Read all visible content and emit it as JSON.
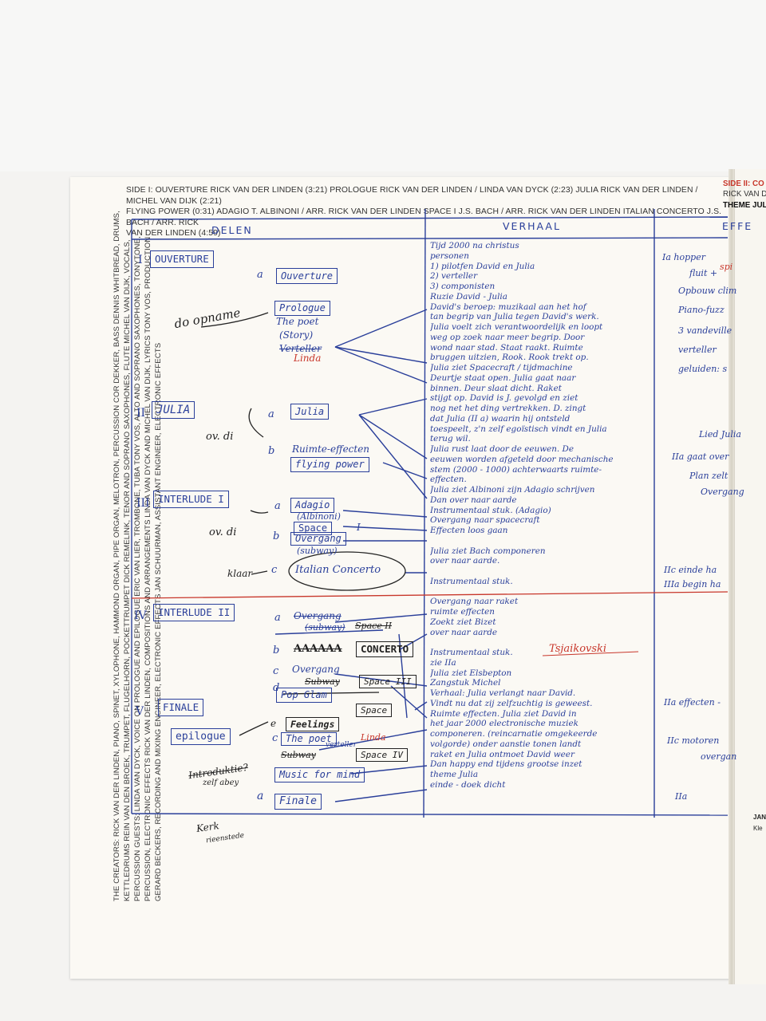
{
  "credits": {
    "line1": "THE CREATORS: RICK VAN DER LINDEN, PIANO, SPINET, XYLOPHONE, HAMMOND ORGAN, PIPE ORGAN, MELOTRON, PERCUSSION COR DEKKER, BASS DENNIS WHITBREAD, DRUMS,",
    "line2": "KETTLEDRUMS REIN VAN DEN BROEK, TRUMPET, FLUGELHORN, POCKETTRUMPET DICK REMELINK, TENOR AND SOPRANO SAXOPHONES, FLUTE MICHEL VAN DIJK, VOCALS,",
    "line3": "PERCUSSION GUESTS: LINDA VAN DYCK, VOICE ON PROLOGUE AND EPILOGUE ERIC VAN LIER, TROMBONE, TUBA TONY VOS, ALTO AND SOPRANO SAXOPHONES, TONYTONE,",
    "line4": "PERCUSSION, ELECTRONIC EFFECTS RICK VAN DER LINDEN, COMPOSITIONS AND ARRANGEMENTS LINDA VAN DYCK AND MICHEL VAN DIJK, LYRICS TONY VOS, PRODUCTION",
    "line5": "GERARD BECKERS, RECORDING AND MIXING ENGINEER, ELECTRONIC EFFECTS JAN SCHUURMAN, ASSISTANT ENGINEER, ELECTRONIC EFFECTS"
  },
  "side_header": {
    "line1": "SIDE I: OUVERTURE RICK VAN DER LINDEN (3:21) PROLOGUE RICK VAN DER LINDEN / LINDA VAN DYCK (2:23) JULIA RICK VAN DER LINDEN / MICHEL VAN DIJK (2:21)",
    "line2": "FLYING POWER (0:31) ADAGIO T. ALBINONI / ARR. RICK VAN DER LINDEN SPACE I J.S. BACH / ARR. RICK VAN DER LINDEN ITALIAN CONCERTO J.S. BACH / ARR. RICK",
    "line3": "VAN DER LINDEN (4:59)"
  },
  "right_header": {
    "l1": "SIDE II: CO",
    "l2": "RICK VAN D",
    "l3": "THEME JUL"
  },
  "columns": {
    "delen": "DELEN",
    "verhaal": "VERHAAL",
    "effecten": "EFFE"
  },
  "sections": {
    "s1": {
      "numeral": "I",
      "box": "OUVERTURE"
    },
    "s2": {
      "numeral": "II",
      "box": "JULIA"
    },
    "s3": {
      "numeral": "III",
      "box": "INTERLUDE I"
    },
    "s4": {
      "numeral": "IV",
      "box": "INTERLUDE II"
    },
    "s5": {
      "numeral": "V",
      "box": "FINALE"
    }
  },
  "items": {
    "a_ouverture": "Ouverture",
    "prologue": "Prologue",
    "the_poet": "The poet",
    "story": "(Story)",
    "verteller": "Verteller",
    "linda": "Linda",
    "julia": "Julia",
    "ruimte": "Ruimte-effecten",
    "flying": "flying power",
    "adagio": "Adagio",
    "albinoni": "(Albinoni)",
    "space": "Space",
    "space_num": "I",
    "overgang": "Overgang",
    "subway": "(subway)",
    "italian": "Italian Concerto",
    "overgang2": "Overgang",
    "subway2": "(subway)",
    "space2": "Space II",
    "concerto_strike": "AAAAAA",
    "concerto": "CONCERTO",
    "overgang3": "Overgang",
    "subway3": "Subway",
    "space3": "Space III",
    "popglam": "Pop Glam",
    "space4": "Space",
    "feelings": "Feelings",
    "thepoet2": "The poet",
    "verteller2": "verteller",
    "linda2": "Linda",
    "subway4": "Subway",
    "space5": "Space IV",
    "music": "Music for mind",
    "finale": "Finale",
    "epilogue": "epilogue"
  },
  "letters": {
    "a1": "a",
    "a2": "a",
    "b2": "b",
    "a3": "a",
    "b3": "b",
    "c3": "c",
    "a4": "a",
    "b4": "b",
    "c4": "c",
    "d4": "d",
    "e5": "e",
    "c5": "c",
    "a5": "a"
  },
  "margin_notes": {
    "do_opname": "do opname",
    "ov_di": "ov. di",
    "ov_di2": "ov. di",
    "klaar": "klaar",
    "introduktie": "Introduktie?",
    "zelf_abey": "zelf abey",
    "kerk": "Kerk",
    "kerk2": "rieenstede"
  },
  "story_lines": [
    "Tijd 2000 na christus",
    "personen",
    "1) pilotfen David en Julia",
    "2) verteller",
    "3) componisten",
    "Ruzie David - Julia",
    "David's beroep: muzikaal aan het hof",
    "tan begrip van Julia tegen David's werk.",
    "Julia voelt zich verantwoordelijk en loopt",
    "weg op zoek naar meer begrip. Door",
    "wond naar stad. Staat raakt. Ruimte",
    "bruggen uitzien, Rook. Rook trekt op.",
    "Julia ziet Spacecraft / tijdmachine",
    "Deurtje staat open. Julia gaat naar",
    "binnen. Deur slaat dicht. Raket",
    "stijgt op. David is J. gevolgd en ziet",
    "nog net het ding vertrekken. D. zingt",
    "dat Julia (II a) waarin hij ontsteld",
    "toespeelt, z'n zelf egoïstisch vindt en Julia",
    "terug wil.",
    "Julia rust laat door de eeuwen. De",
    "eeuwen worden afgeteld door mechanische",
    "stem (2000 - 1000) achterwaarts ruimte-",
    "effecten.",
    "Julia ziet Albinoni zijn Adagio schrijven",
    "Dan over naar aarde",
    "Instrumentaal stuk. (Adagio)",
    "Overgang naar spacecraft",
    "Effecten loos gaan",
    "",
    "Julia ziet Bach componeren",
    "over naar aarde.",
    "",
    "Instrumentaal stuk.",
    "",
    "Overgang naar raket",
    "ruimte effecten",
    "Zoekt ziet Bizet",
    "over naar aarde",
    "",
    "Instrumentaal stuk.",
    "zie IIa",
    "Julia ziet Elsbepton",
    "Zangstuk Michel",
    "Verhaal: Julia verlangt naar David.",
    "Vindt nu dat zij zelfzuchtig is geweest.",
    "Ruimte effecten. Julia ziet David in",
    "het jaar 2000 electronische muziek",
    "componeren. (reincarnatie omgekeerde",
    "volgorde) onder aanstie tonen landt",
    "raket en Julia ontmoet David weer",
    "Dan happy end tijdens grootse inzet",
    "theme Julia",
    "einde - doek dicht"
  ],
  "tsjaikovski": "Tsjaikovski",
  "effects": {
    "e1": "Ia hopper",
    "e2": "fluit +",
    "e2r": "spi",
    "e3": "Opbouw clim",
    "e4": "Piano-fuzz",
    "e5": "3 vandeville",
    "e6": "verteller",
    "e7": "geluiden: s",
    "e8": "Lied Julia",
    "e9": "IIa gaat over",
    "e10": "Plan zelt",
    "e11": "Overgang",
    "e12": "IIc einde ha",
    "e13": "IIIa begin ha",
    "e14": "IIa effecten -",
    "e15": "IIc motoren",
    "e16": "overgan",
    "e17": "IIa",
    "e18": "JAN",
    "e19": "Kle"
  }
}
